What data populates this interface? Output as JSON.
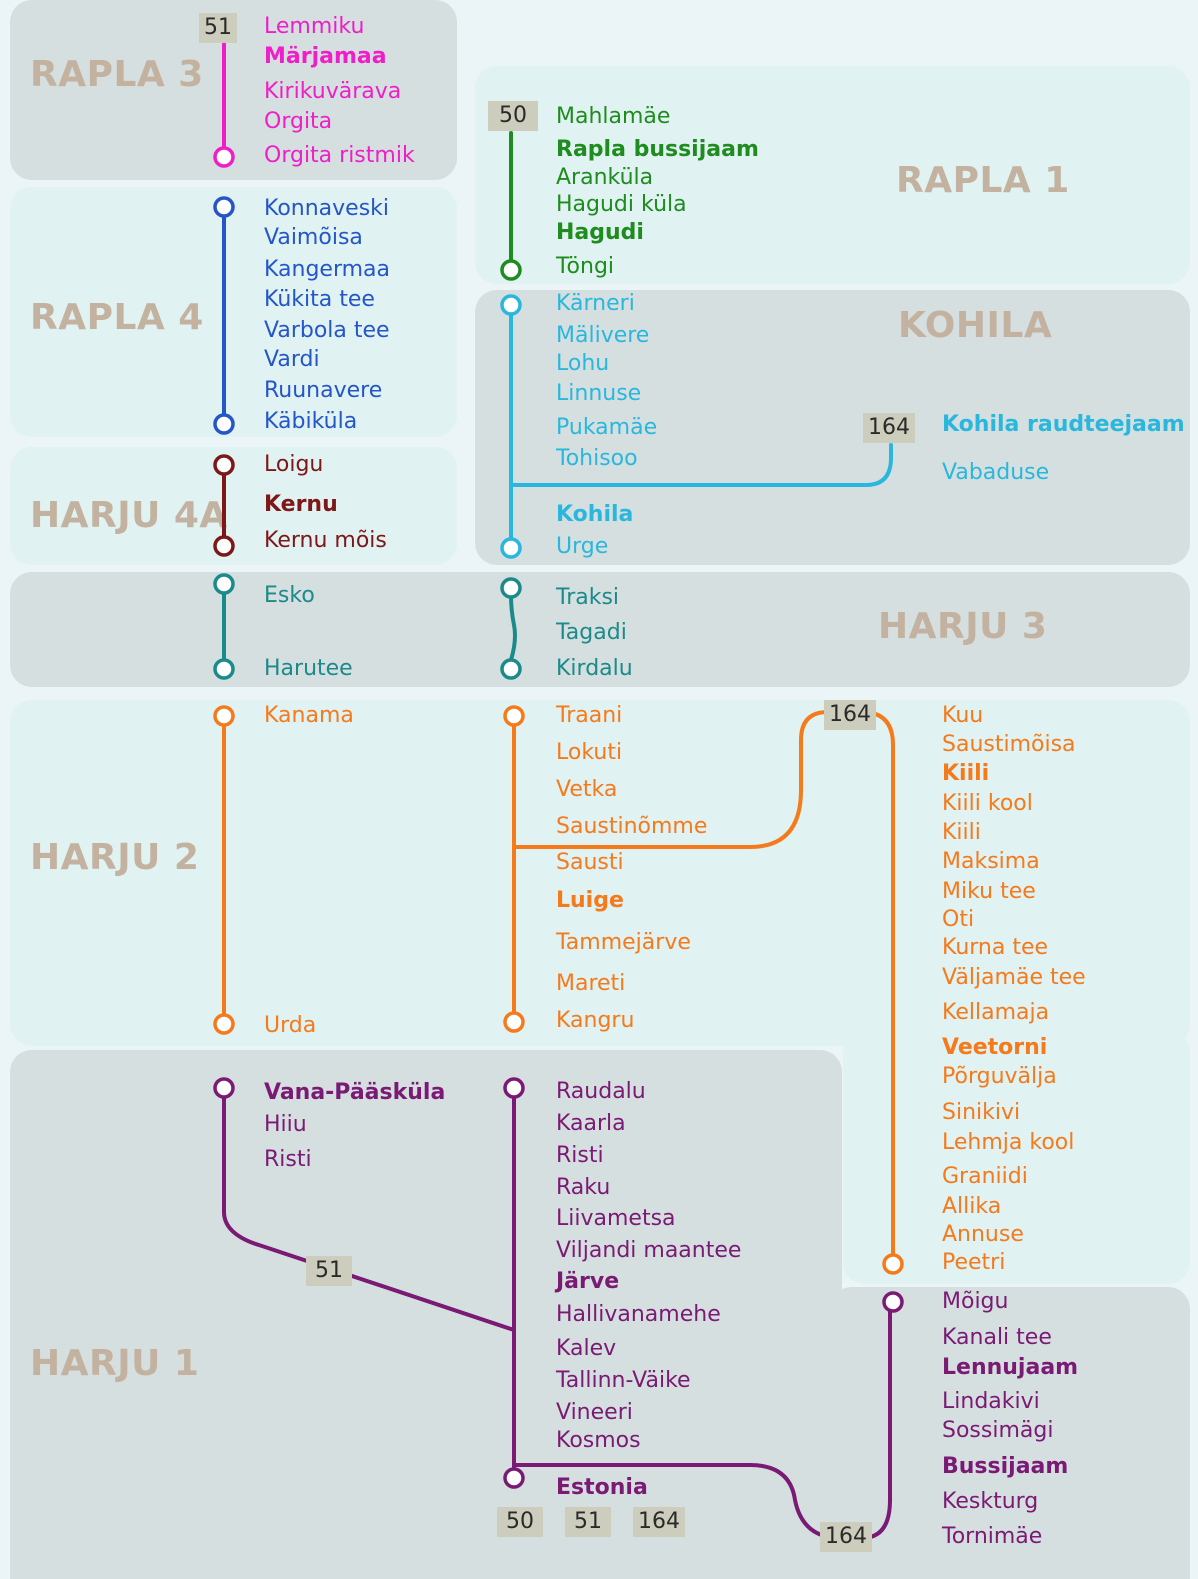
{
  "colors": {
    "rapla3": "#ee1fc8",
    "rapla4": "#2456c8",
    "harju4a": "#7d1718",
    "rapla1": "#1e8c1e",
    "kohila": "#29b7de",
    "harju3": "#1b8a8a",
    "harju2": "#f57a1c",
    "harju1": "#7a1a74",
    "zone_label": "#c3b2a0"
  },
  "zones": {
    "rapla3": "RAPLA 3",
    "rapla1": "RAPLA 1",
    "rapla4": "RAPLA 4",
    "kohila": "KOHILA",
    "harju4a": "HARJU 4A",
    "harju3": "HARJU 3",
    "harju2": "HARJU 2",
    "harju1": "HARJU 1"
  },
  "routes": {
    "r51": "51",
    "r50": "50",
    "r164": "164"
  },
  "stops": {
    "rapla3": [
      "Lemmiku",
      "Märjamaa",
      "Kirikuvärava",
      "Orgita",
      "Orgita ristmik"
    ],
    "rapla4": [
      "Konnaveski",
      "Vaimõisa",
      "Kangermaa",
      "Kükita tee",
      "Varbola tee",
      "Vardi",
      "Ruunavere",
      "Käbiküla"
    ],
    "harju4a": [
      "Loigu",
      "Kernu",
      "Kernu mõis"
    ],
    "harju3_left": [
      "Esko",
      "Harutee"
    ],
    "harju2_left": [
      "Kanama",
      "Urda"
    ],
    "harju1_left": [
      "Vana-Pääsküla",
      "Hiiu",
      "Risti"
    ],
    "rapla1": [
      "Mahlamäe",
      "Rapla bussijaam",
      "Aranküla",
      "Hagudi küla",
      "Hagudi",
      "Töngi"
    ],
    "kohila": [
      "Kärneri",
      "Mälivere",
      "Lohu",
      "Linnuse",
      "Pukamäe",
      "Tohisoo",
      "Kohila",
      "Urge"
    ],
    "kohila_branch": [
      "Kohila raudteejaam",
      "Vabaduse"
    ],
    "harju3_mid": [
      "Traksi",
      "Tagadi",
      "Kirdalu"
    ],
    "harju2_mid": [
      "Traani",
      "Lokuti",
      "Vetka",
      "Saustinõmme",
      "Sausti",
      "Luige",
      "Tammejärve",
      "Mareti",
      "Kangru"
    ],
    "harju1_mid": [
      "Raudalu",
      "Kaarla",
      "Risti",
      "Raku",
      "Liivametsa",
      "Viljandi maantee",
      "Järve",
      "Hallivanamehe",
      "Kalev",
      "Tallinn-Väike",
      "Vineeri",
      "Kosmos",
      "Estonia"
    ],
    "harju2_right": [
      "Kuu",
      "Saustimõisa",
      "Kiili",
      "Kiili kool",
      "Kiili",
      "Maksima",
      "Miku tee",
      "Oti",
      "Kurna tee",
      "Väljamäe tee",
      "Kellamaja",
      "Veetorni",
      "Põrguvälja",
      "Sinikivi",
      "Lehmja kool",
      "Graniidi",
      "Allika",
      "Annuse",
      "Peetri"
    ],
    "harju1_right": [
      "Mõigu",
      "Kanali tee",
      "Lennujaam",
      "Lindakivi",
      "Sossimägi",
      "Bussijaam",
      "Keskturg",
      "Tornimäe"
    ]
  }
}
